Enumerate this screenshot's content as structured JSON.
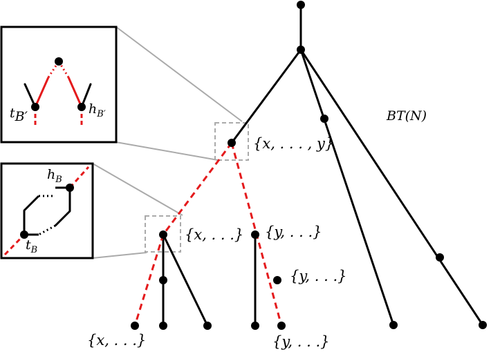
{
  "title": "BT(N)",
  "colors": {
    "edge": "#000000",
    "highlight": "#e41a1c",
    "zoom": "#aaaaaa",
    "node": "#000000"
  },
  "node_labels": {
    "xy_root": "{x, . . . , y}",
    "x_mid": "{x, . . .}",
    "y_mid": "{y, . . .}",
    "y_lower": "{y, . . .}",
    "x_leaf": "{x, . . .}",
    "y_leaf": "{y, . . .}"
  },
  "inset_top": {
    "tail": "t",
    "tail_sub": "B′",
    "head": "h",
    "head_sub": "B′"
  },
  "inset_bottom": {
    "head": "h",
    "head_sub": "B",
    "tail": "t",
    "tail_sub": "B"
  }
}
